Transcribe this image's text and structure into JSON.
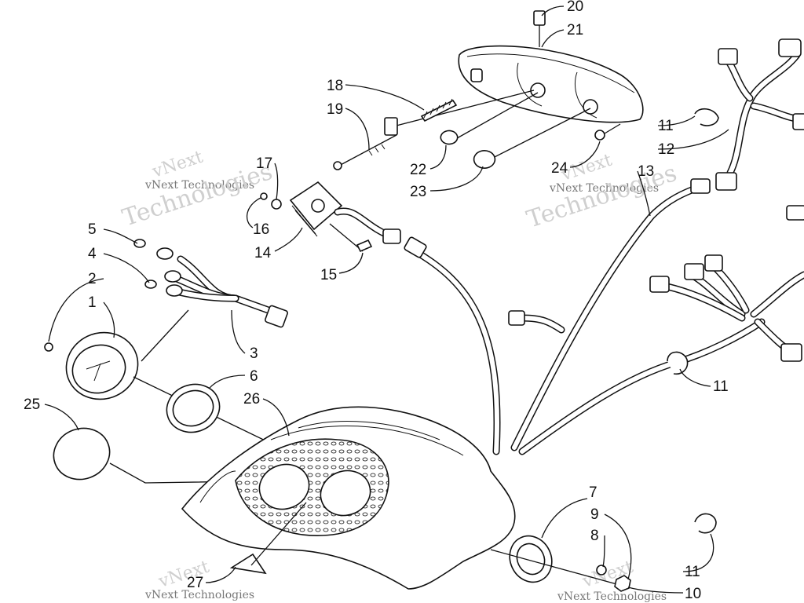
{
  "watermark": {
    "brand": "vNext",
    "company_line": "vNext Technologies",
    "word": "Technologies"
  },
  "callouts": [
    "1",
    "2",
    "3",
    "4",
    "5",
    "6",
    "7",
    "8",
    "9",
    "10",
    "11",
    "12",
    "13",
    "14",
    "15",
    "16",
    "17",
    "18",
    "19",
    "20",
    "21",
    "22",
    "23",
    "24",
    "25",
    "26",
    "27"
  ]
}
